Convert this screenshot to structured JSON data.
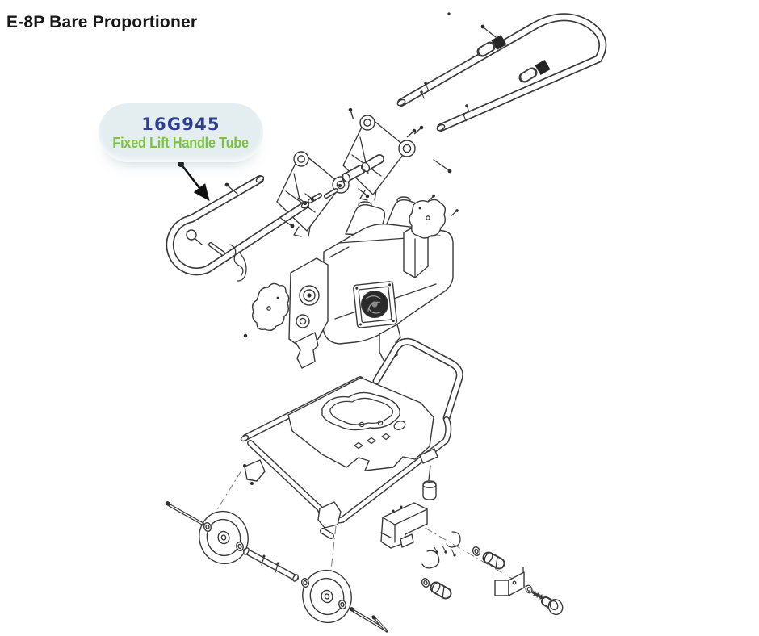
{
  "page": {
    "title": "E-8P Bare Proportioner"
  },
  "colors": {
    "background": "#ffffff",
    "line": "#3a3a3a",
    "callout-bg": "#e4eef0",
    "part-number-blue": "#2e3f92",
    "part-name-green": "#7dc242",
    "arrow": "#111111"
  },
  "callout": {
    "part_number": "16G945",
    "part_name": "Fixed Lift Handle Tube"
  },
  "diagram": {
    "parts": [
      {
        "id": "telescoping-handle-tube",
        "label": "Telescoping handle tube with grip collars"
      },
      {
        "id": "handle-mount-brackets",
        "label": "Handle mount brackets"
      },
      {
        "id": "bracket-spacers",
        "label": "Bracket spacer bushings"
      },
      {
        "id": "fixed-lift-handle-tube",
        "label": "Fixed lift handle tube"
      },
      {
        "id": "handle-pin-and-clip",
        "label": "Handle retaining pin and clip"
      },
      {
        "id": "pump-assembly",
        "label": "Proportioner pump assembly"
      },
      {
        "id": "cooling-fan",
        "label": "Cooling fan"
      },
      {
        "id": "side-covers",
        "label": "Side cover plates"
      },
      {
        "id": "cart-frame",
        "label": "Cart frame with deck plate and loop handle"
      },
      {
        "id": "rubber-foot",
        "label": "Rubber foot"
      },
      {
        "id": "wheels",
        "label": "Wheels"
      },
      {
        "id": "axle-and-hardware",
        "label": "Axle tube, axle bolts and washers"
      },
      {
        "id": "lower-bracket-kit",
        "label": "Lower bracket, rollers and retainer clips"
      },
      {
        "id": "knob-assembly",
        "label": "Mounting plate and knob assembly"
      },
      {
        "id": "fasteners",
        "label": "Mounting screws"
      }
    ]
  }
}
